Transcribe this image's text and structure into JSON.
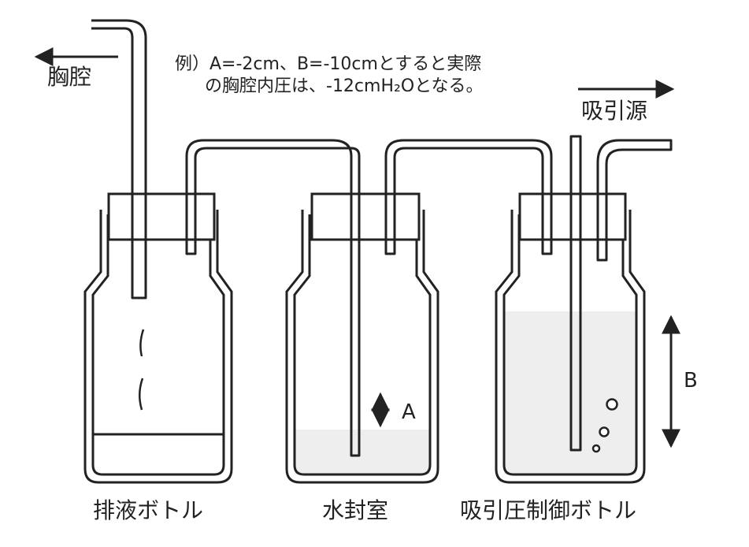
{
  "labels": {
    "thorax": "胸腔",
    "suction_source": "吸引源",
    "drain_bottle": "排液ボトル",
    "water_seal": "水封室",
    "suction_control_bottle": "吸引圧制御ボトル",
    "a": "A",
    "b": "B"
  },
  "note": {
    "line1": "例）A=-2cm、B=-10cmとすると実際",
    "line2": "の胸腔内圧は、-12cmH₂Oとなる。"
  }
}
